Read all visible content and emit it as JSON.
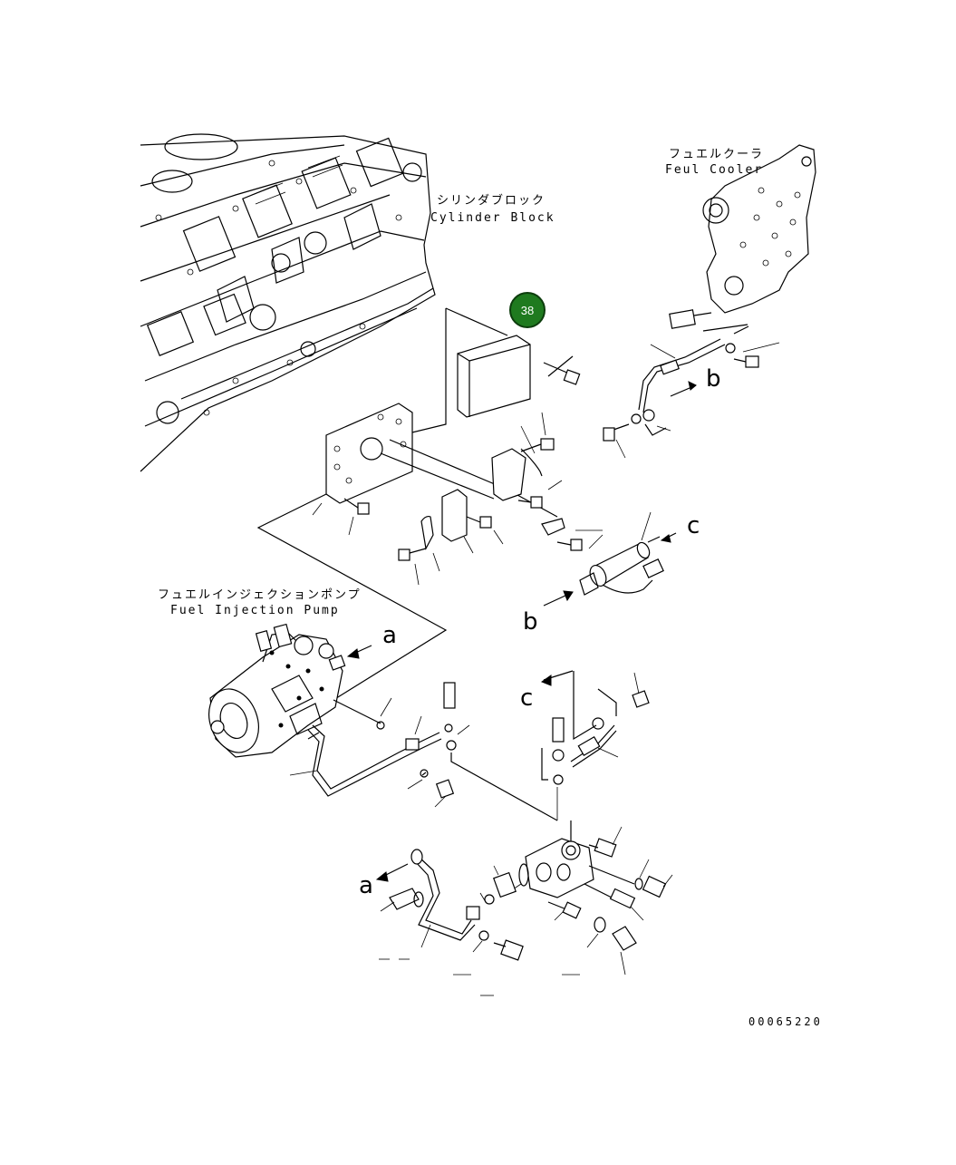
{
  "labels": {
    "cylinder_block_jp": "シリンダブロック",
    "cylinder_block_en": "Cylinder Block",
    "fuel_cooler_jp": "フュエルクーラ",
    "fuel_cooler_en": "Feul Cooler",
    "fuel_pump_jp": "フュエルインジェクションポンプ",
    "fuel_pump_en": "Fuel Injection Pump"
  },
  "callout": {
    "number": "38",
    "color": "#1f7a1f"
  },
  "arrow_letters": {
    "a1": "a",
    "a2": "a",
    "b1": "b",
    "b2": "b",
    "c1": "c",
    "c2": "c"
  },
  "document_number": "00065220"
}
